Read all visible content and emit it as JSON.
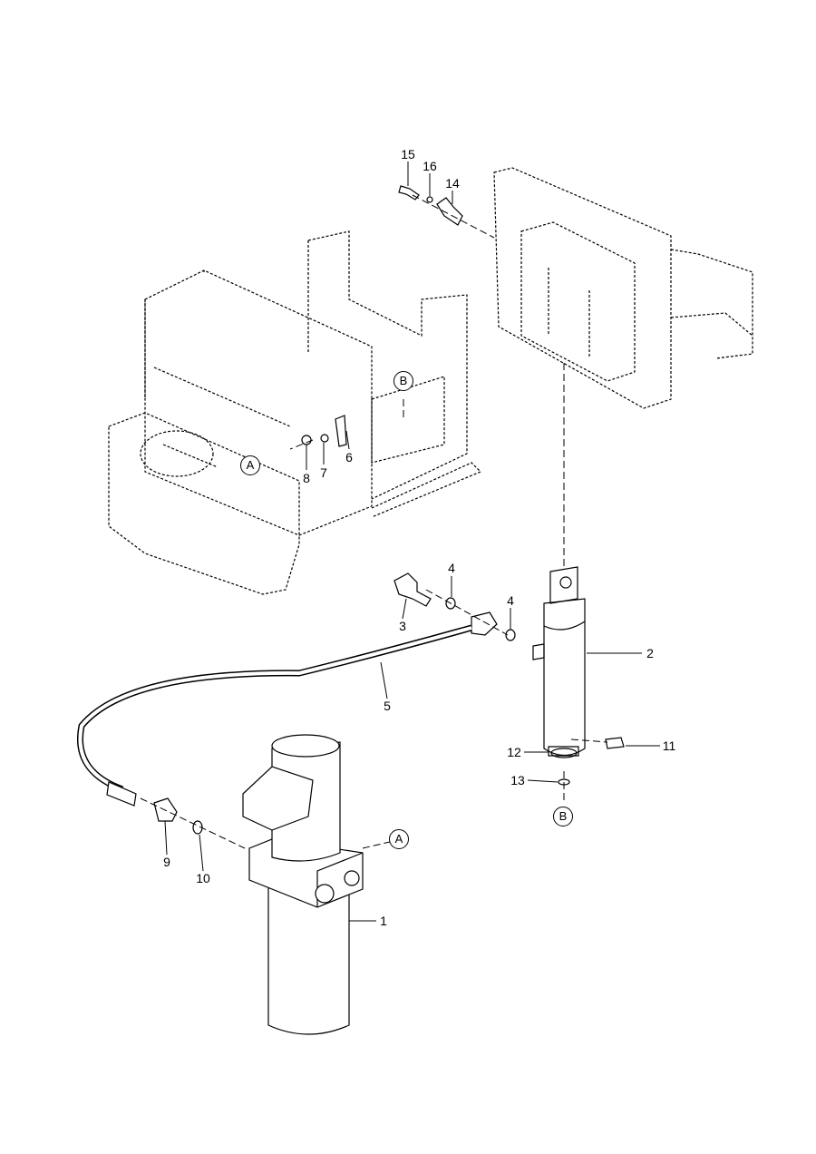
{
  "callouts": [
    {
      "id": "15",
      "text": "15"
    },
    {
      "id": "16",
      "text": "16"
    },
    {
      "id": "14",
      "text": "14"
    },
    {
      "id": "8",
      "text": "8"
    },
    {
      "id": "7",
      "text": "7"
    },
    {
      "id": "6",
      "text": "6"
    },
    {
      "id": "4a",
      "text": "4"
    },
    {
      "id": "4b",
      "text": "4"
    },
    {
      "id": "3",
      "text": "3"
    },
    {
      "id": "2",
      "text": "2"
    },
    {
      "id": "5",
      "text": "5"
    },
    {
      "id": "12",
      "text": "12"
    },
    {
      "id": "11",
      "text": "11"
    },
    {
      "id": "13",
      "text": "13"
    },
    {
      "id": "9",
      "text": "9"
    },
    {
      "id": "10",
      "text": "10"
    },
    {
      "id": "1",
      "text": "1"
    }
  ],
  "references": {
    "a_top": "A",
    "b_top": "B",
    "a_bottom": "A",
    "b_bottom": "B"
  }
}
